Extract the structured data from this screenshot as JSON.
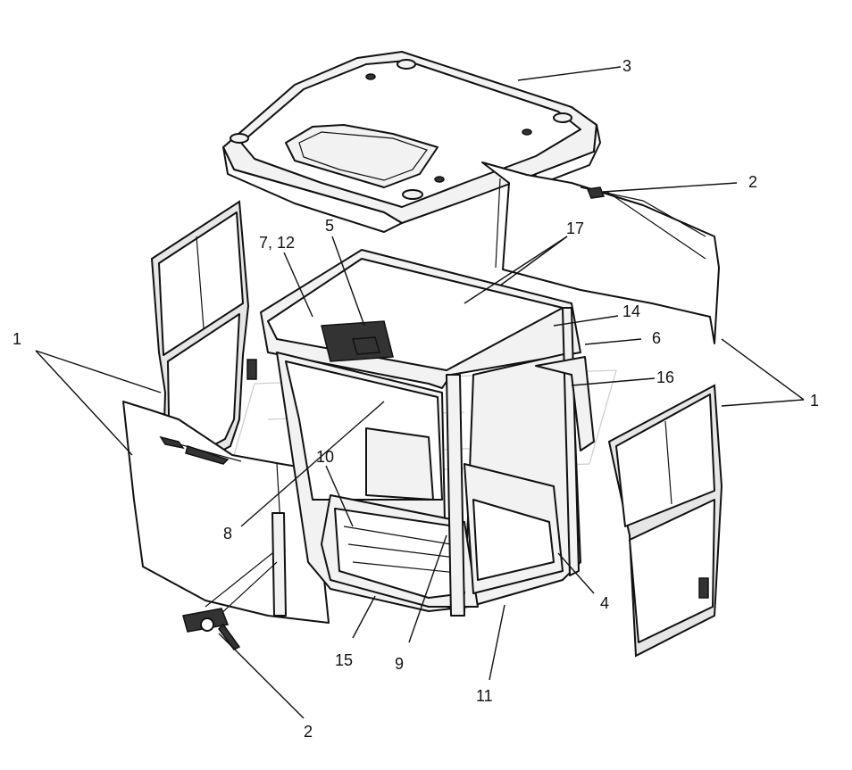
{
  "callouts": [
    {
      "id": "c1a",
      "text": "1"
    },
    {
      "id": "c1b",
      "text": "1"
    },
    {
      "id": "c2a",
      "text": "2"
    },
    {
      "id": "c2b",
      "text": "2"
    },
    {
      "id": "c3",
      "text": "3"
    },
    {
      "id": "c4",
      "text": "4"
    },
    {
      "id": "c5",
      "text": "5"
    },
    {
      "id": "c6",
      "text": "6"
    },
    {
      "id": "c712",
      "text": "7, 12"
    },
    {
      "id": "c8",
      "text": "8"
    },
    {
      "id": "c9",
      "text": "9"
    },
    {
      "id": "c10",
      "text": "10"
    },
    {
      "id": "c11",
      "text": "11"
    },
    {
      "id": "c14",
      "text": "14"
    },
    {
      "id": "c15",
      "text": "15"
    },
    {
      "id": "c16",
      "text": "16"
    },
    {
      "id": "c17",
      "text": "17"
    }
  ]
}
